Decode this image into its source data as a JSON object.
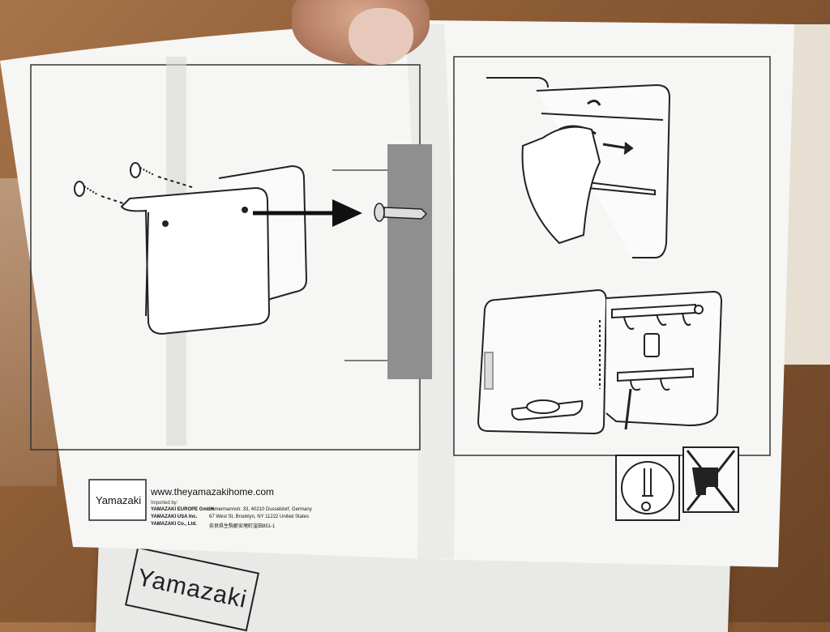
{
  "box": {
    "logo": "Yamazaki"
  },
  "footer": {
    "logo_text": "Yamazaki",
    "website": "www.theyamazakihome.com",
    "imported_by": "Imported by:",
    "europe_name": "YAMAZAKI EUROPE GmbH",
    "europe_address": "Immermannstr. 33, 40210 Dusseldorf, Germany",
    "usa_name": "YAMAZAKI USA Inc.",
    "usa_address": "67 West St, Brooklyn, NY 11222 United States",
    "japan_name": "YAMAZAKI Co., Ltd.",
    "japan_address": "奈良県生駒郡安堵町窪田851-1"
  }
}
